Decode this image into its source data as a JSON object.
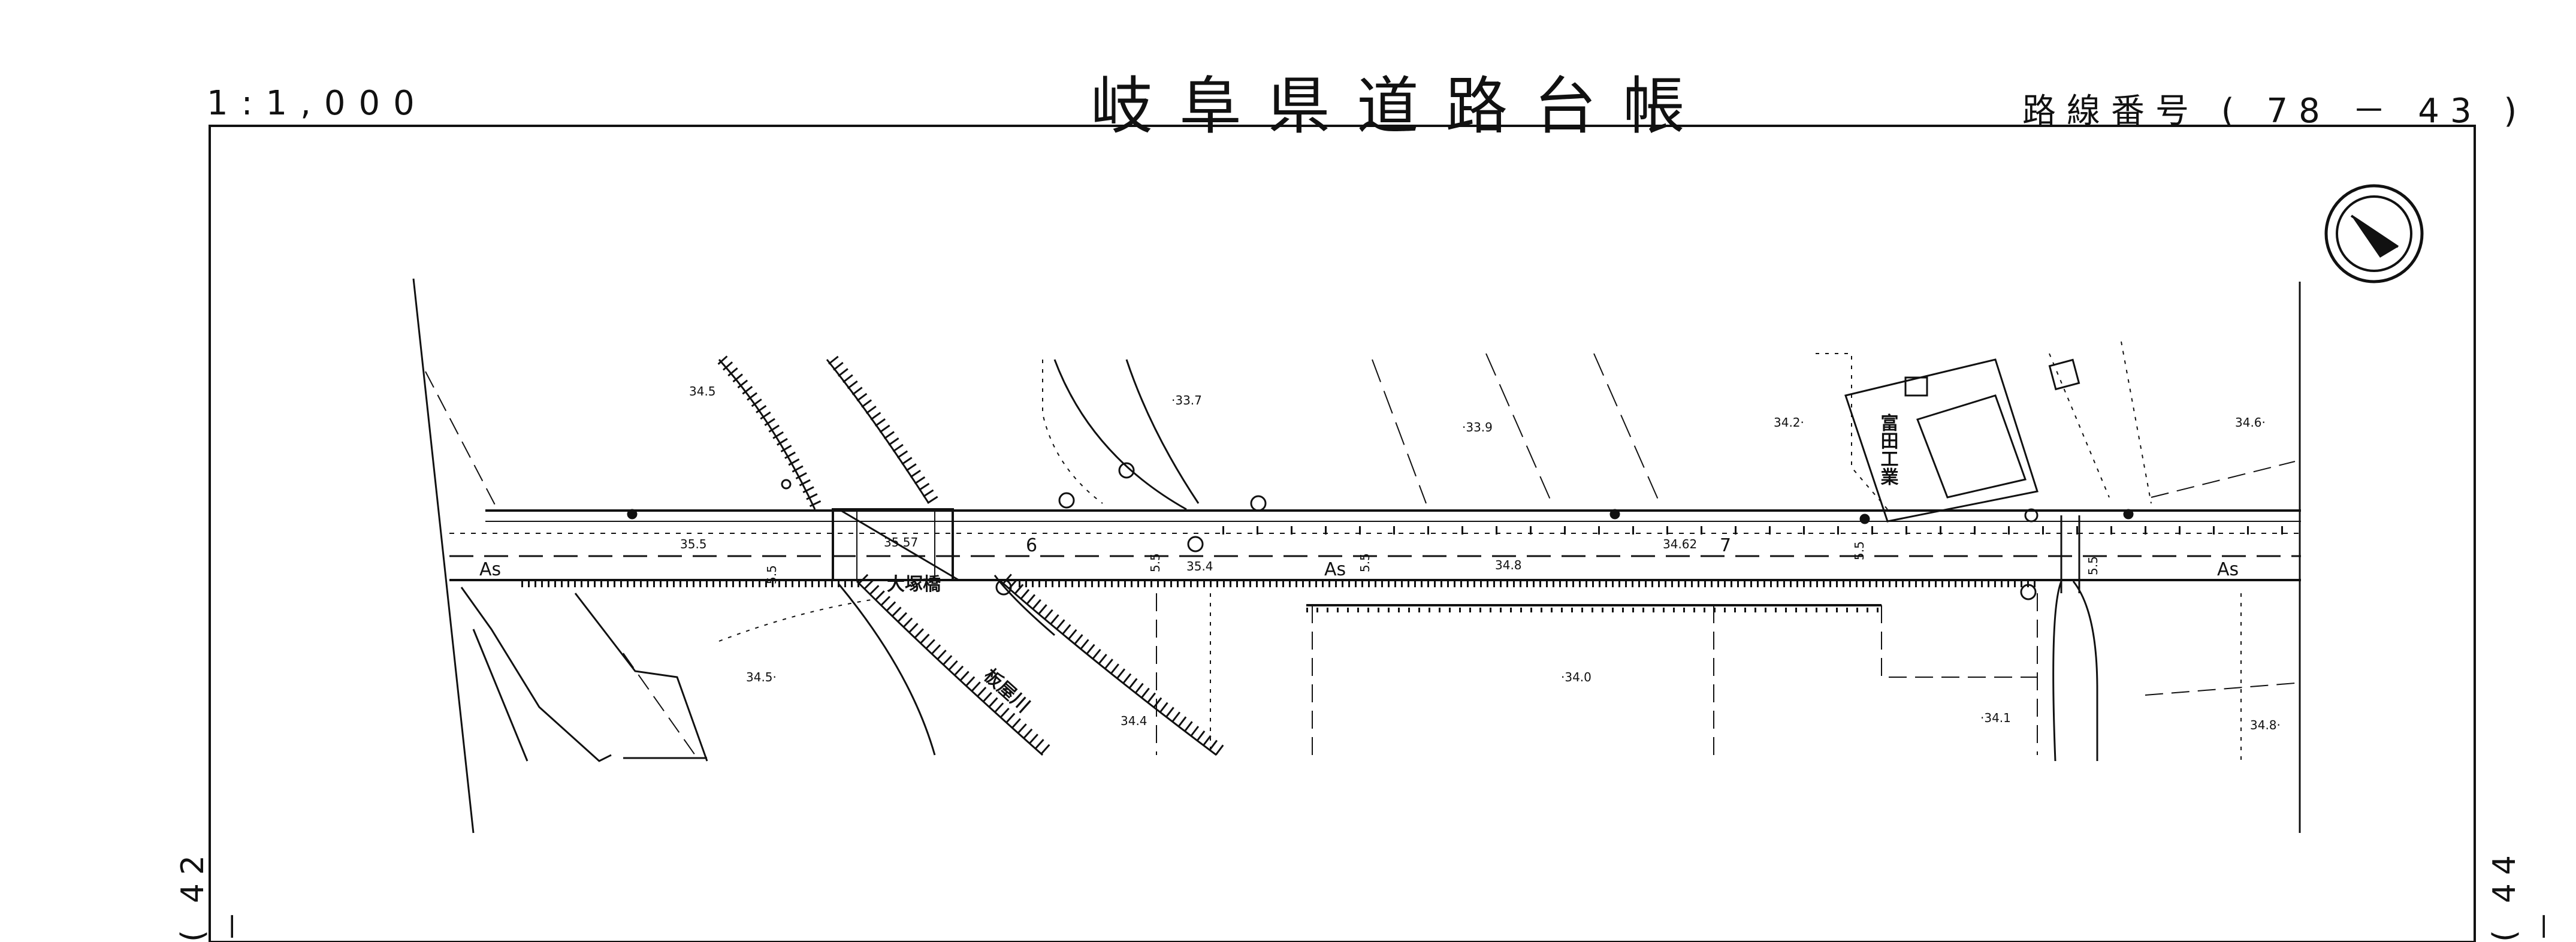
{
  "header": {
    "scale": "1:1,000",
    "title": "岐阜県道路台帳",
    "route_number": "路線番号 ( 78 － 43 )"
  },
  "sheet_refs": {
    "left": "( 42 －",
    "right": "( 44 －"
  },
  "map_labels": {
    "elev_345_tl": "34.5",
    "elev_337": "·33.7",
    "elev_339": "·33.9",
    "elev_342": "34.2·",
    "elev_346": "34.6·",
    "elev_355": "35.5",
    "elev_3557": "35.57",
    "elev_6": "6",
    "elev_354": "35.4",
    "elev_348": "34.8",
    "elev_3462": "34.62",
    "elev_7": "7",
    "elev_345_bl": "34.5·",
    "elev_340": "·34.0",
    "elev_341": "·34.1",
    "elev_344": "34.4",
    "elev_348_r": "34.8·",
    "as_left": "As",
    "as_mid": "As",
    "as_right": "As",
    "bridge_name": "大塚橋",
    "river_name": "板屋川",
    "building_name": "富田工業",
    "w_55_a": "5.5",
    "w_55_b": "5.5",
    "w_55_c": "5.5",
    "w_55_d": "5.5",
    "w_55_e": "5.5"
  },
  "icons": {
    "north_arrow": "north-arrow-icon"
  }
}
